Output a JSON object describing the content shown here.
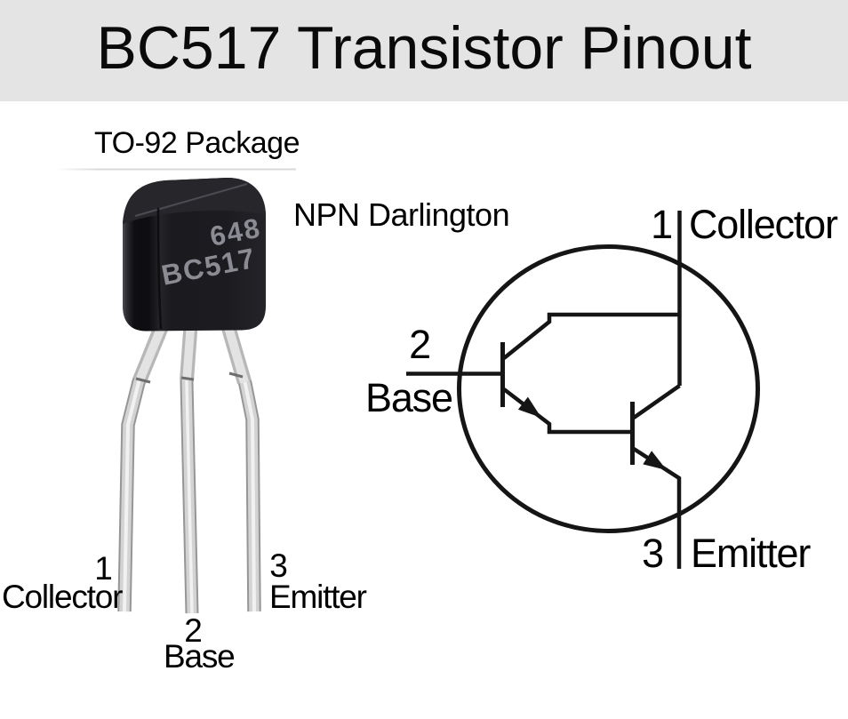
{
  "header": {
    "title": "BC517 Transistor Pinout"
  },
  "package": {
    "label": "TO-92 Package",
    "type_label": "NPN Darlington",
    "marking": {
      "line1": "648",
      "line2": "BC517"
    },
    "pins": [
      {
        "number": "1",
        "name": "Collector"
      },
      {
        "number": "2",
        "name": "Base"
      },
      {
        "number": "3",
        "name": "Emitter"
      }
    ]
  },
  "schematic": {
    "symbol": "NPN Darlington pair in circle",
    "pins": [
      {
        "number": "1",
        "name": "Collector"
      },
      {
        "number": "2",
        "name": "Base"
      },
      {
        "number": "3",
        "name": "Emitter"
      }
    ]
  },
  "colors": {
    "banner_bg": "#e4e4e4",
    "page_bg": "#ffffff",
    "text": "#000000",
    "schematic_line": "#151515",
    "package_body": "#1b1b1f",
    "marking_text": "#8b8b94",
    "lead_silver": "#d3d3d3"
  }
}
